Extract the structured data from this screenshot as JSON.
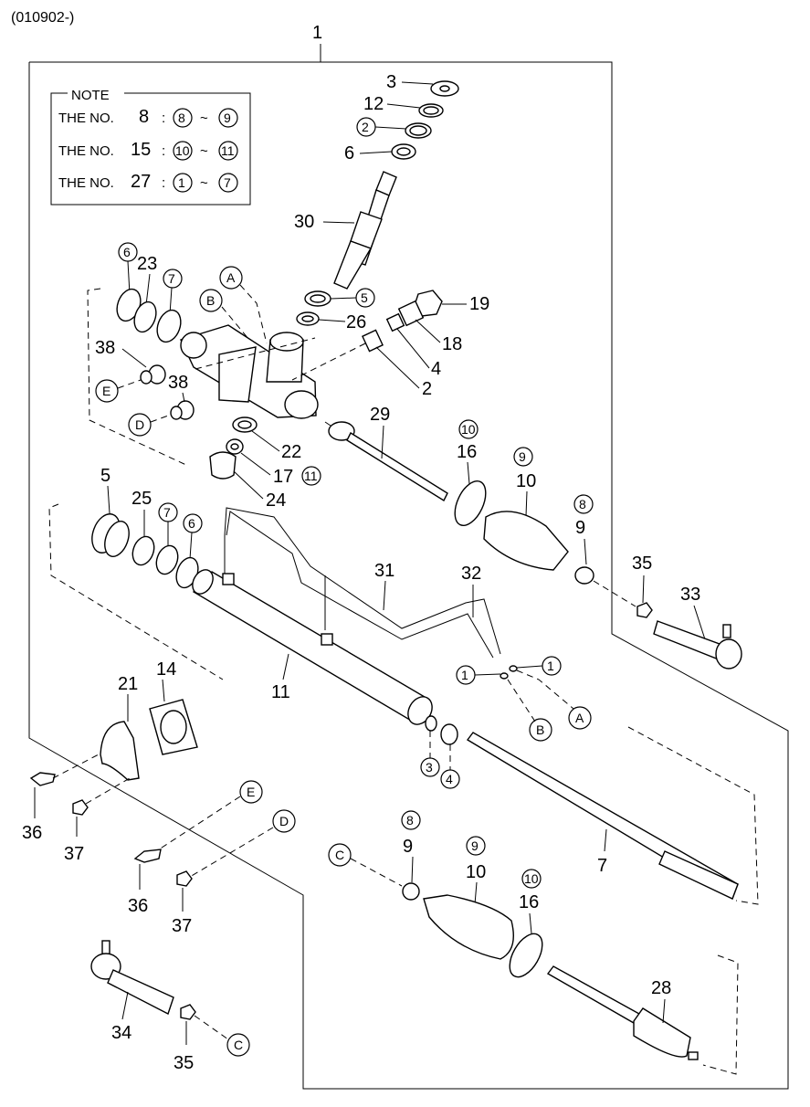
{
  "doc_code": "(010902-)",
  "assembly_no": "1",
  "note": {
    "title": "NOTE",
    "rows": [
      {
        "prefix": "THE NO.",
        "no": "8",
        "from": "8",
        "to": "9"
      },
      {
        "prefix": "THE NO.",
        "no": "15",
        "from": "10",
        "to": "11"
      },
      {
        "prefix": "THE NO.",
        "no": "27",
        "from": "1",
        "to": "7"
      }
    ],
    "colon": ":",
    "tilde": "~"
  },
  "labels": {
    "n3a": "3",
    "n12": "12",
    "n2c": "2",
    "n6a": "6",
    "n30": "30",
    "n6c": "6",
    "n23": "23",
    "n7c": "7",
    "nAa": "A",
    "nBa": "B",
    "n5c": "5",
    "n26": "26",
    "n19": "19",
    "n18": "18",
    "n4a": "4",
    "n2a": "2",
    "n38a": "38",
    "n38b": "38",
    "nEa": "E",
    "nDa": "D",
    "n22": "22",
    "n17": "17",
    "n11c": "11",
    "n24": "24",
    "n29": "29",
    "n10ca": "10",
    "n16a": "16",
    "n9ca": "9",
    "n10a": "10",
    "n8ca": "8",
    "n9a": "9",
    "n35a": "35",
    "n33": "33",
    "n5a": "5",
    "n25": "25",
    "n7ca": "7",
    "n6ca": "6",
    "n31": "31",
    "n32": "32",
    "n1ca": "1",
    "n1cb": "1",
    "nAb": "A",
    "nBb": "B",
    "n11": "11",
    "n14": "14",
    "n21": "21",
    "n3b": "3",
    "n4b": "4",
    "n36a": "36",
    "n37a": "37",
    "nEb": "E",
    "nDb": "D",
    "n36b": "36",
    "n37b": "37",
    "nCa": "C",
    "n8cb": "8",
    "n9b": "9",
    "n9cb": "9",
    "n10b": "10",
    "n10cb": "10",
    "n16b": "16",
    "n7": "7",
    "n28": "28",
    "n34": "34",
    "n35b": "35",
    "nCb": "C"
  }
}
